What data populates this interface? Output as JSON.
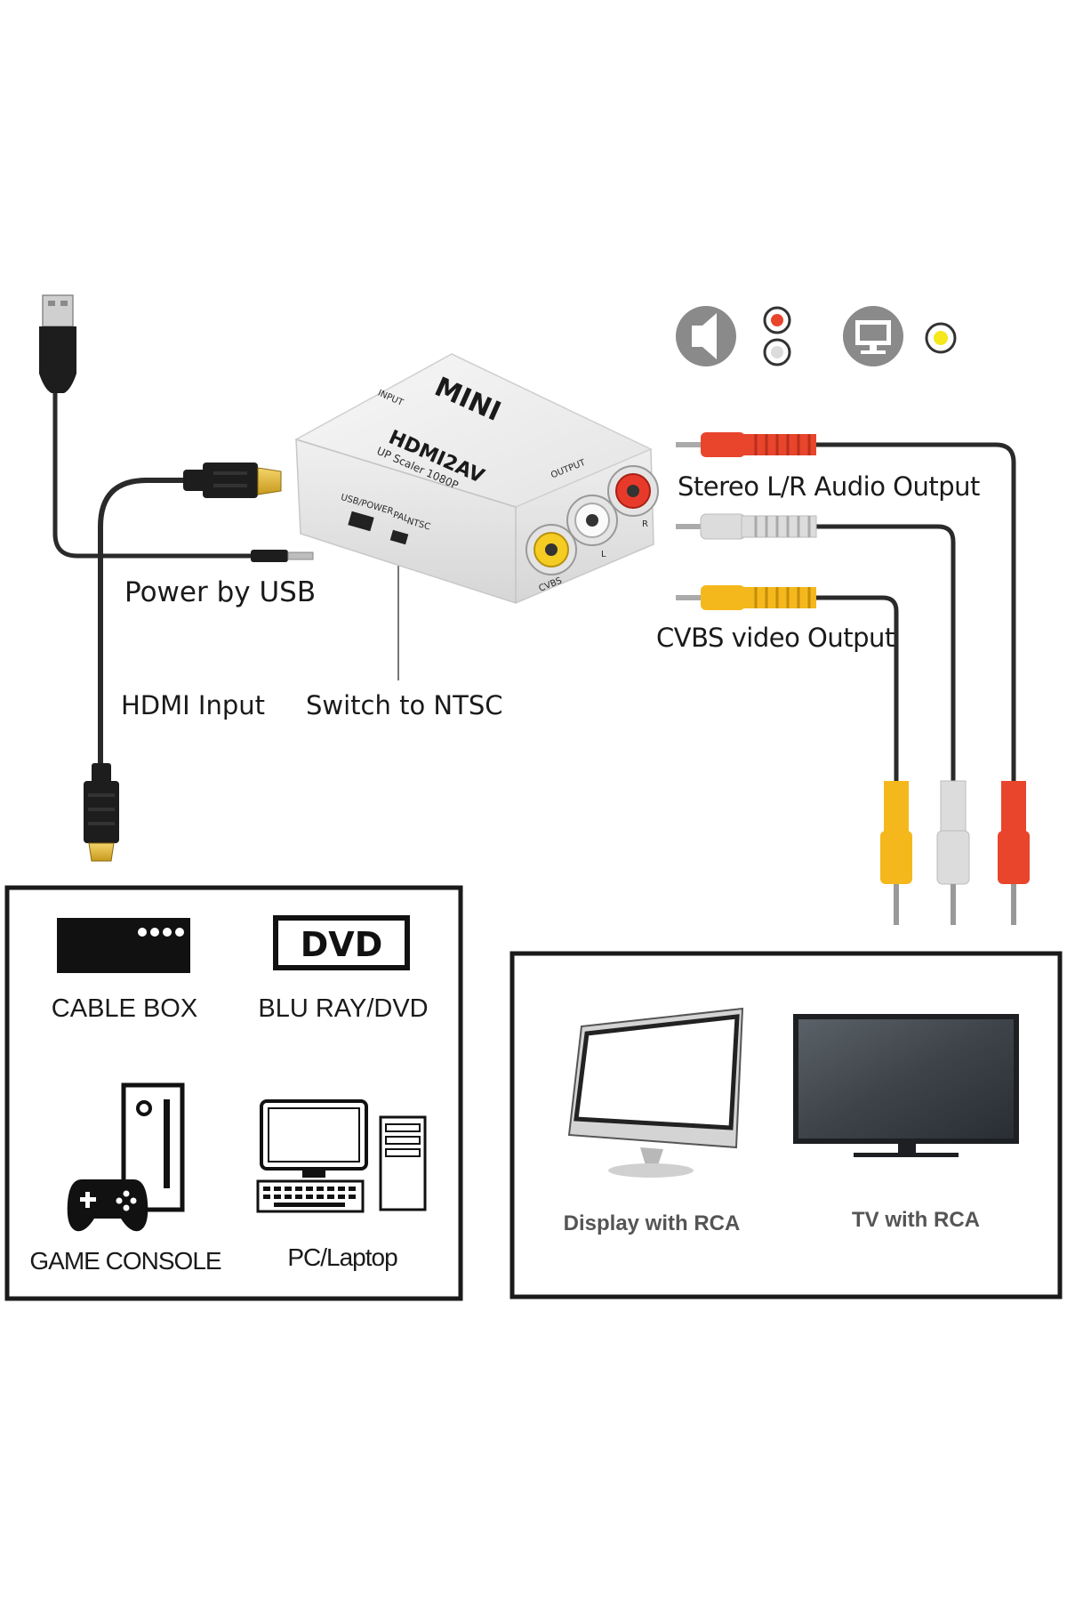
{
  "device": {
    "brand": "MINI",
    "model": "HDMI2AV",
    "subtitle": "UP Scaler 1080P",
    "input_label": "INPUT",
    "output_label": "OUTPUT",
    "usb_power_label": "USB/POWER",
    "pal_label": "PAL",
    "ntsc_label": "NTSC",
    "port_cvbs": "CVBS",
    "port_l": "L",
    "port_r": "R"
  },
  "labels": {
    "power_by_usb": "Power by USB",
    "hdmi_input": "HDMI Input",
    "switch_to_ntsc": "Switch to NTSC",
    "stereo_output": "Stereo L/R Audio Output",
    "cvbs_output": "CVBS video Output"
  },
  "sources": {
    "cable_box": "CABLE BOX",
    "dvd_badge": "DVD",
    "blu_ray_dvd": "BLU RAY/DVD",
    "game_console": "GAME CONSOLE",
    "pc_laptop": "PC/Laptop"
  },
  "outputs": {
    "display_with_rca": "Display with RCA",
    "tv_with_rca": "TV with RCA"
  },
  "icons": [
    "speaker-icon",
    "audio-rca-icon",
    "monitor-icon",
    "video-rca-icon",
    "usb-plug-icon",
    "hdmi-plug-icon",
    "controller-icon",
    "desktop-pc-icon"
  ],
  "colors": {
    "red_plug": "#e8452c",
    "white_plug": "#dcdcdc",
    "yellow_plug": "#f5b81c",
    "cable": "#2a2a2a",
    "icon_gray": "#8a8a8a"
  }
}
